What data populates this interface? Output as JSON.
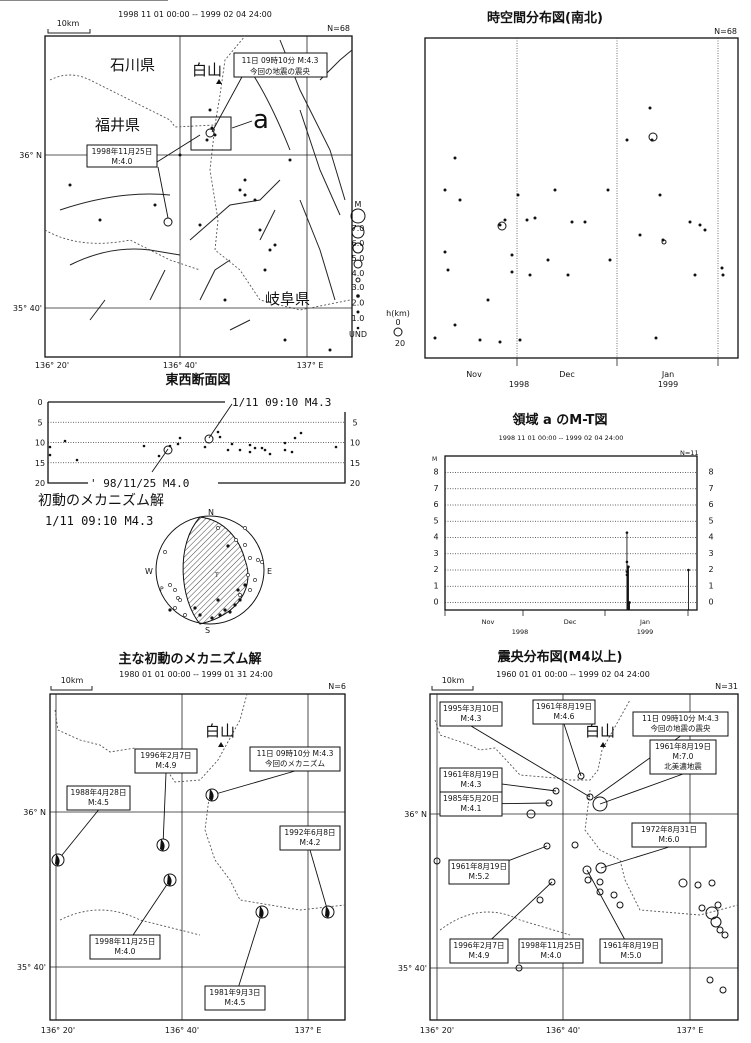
{
  "map1": {
    "period": "1998 11 01 00:00 -- 1999 02 04 24:00",
    "scale": "10km",
    "count": "N=68",
    "places": {
      "ishikawa": "石川県",
      "fukui": "福井県",
      "gifu": "岐阜県",
      "hakusan": "白山"
    },
    "region_label": "a",
    "callouts": [
      {
        "line1": "11日 09時10分 M:4.3",
        "line2": "今回の地震の震央"
      },
      {
        "line1": "1998年11月25日",
        "line2": "M:4.0"
      }
    ],
    "lat_labels": [
      "36° N",
      "35° 40'"
    ],
    "lon_labels": [
      "136° 20'",
      "136° 40'",
      "137° E"
    ],
    "legend": {
      "m_title": "M",
      "m_values": [
        "7.0",
        "6.0",
        "5.0",
        "4.0",
        "3.0",
        "2.0",
        "1.0",
        "UND"
      ],
      "h_title": "h(km)",
      "h_values": [
        "0",
        "20"
      ]
    }
  },
  "cross_section": {
    "title": "東西断面図",
    "depth_ticks": [
      "0",
      "5",
      "10",
      "15",
      "20"
    ],
    "annotation_main": "1/11 09:10 M4.3",
    "annotation_prev": "' 98/11/25 M4.0"
  },
  "mechanism": {
    "title": "初動のメカニズム解",
    "event": "1/11 09:10 M4.3",
    "dirs": {
      "n": "N",
      "e": "E",
      "s": "S",
      "w": "W",
      "p": "P",
      "t": "T"
    }
  },
  "spacetime": {
    "title": "時空間分布図(南北)",
    "count": "N=68",
    "months": [
      "Nov",
      "Dec",
      "Jan"
    ],
    "years": [
      "1998",
      "1999"
    ]
  },
  "mt": {
    "title": "領域 a のM-T図",
    "period": "1998 11 01 00:00 -- 1999 02 04 24:00",
    "count": "N=11"
  },
  "chart_data": {
    "type": "bar",
    "title": "領域 a のM-T図",
    "ylabel": "M",
    "ylim": [
      -0.5,
      8.5
    ],
    "yticks": [
      "0",
      "1",
      "2",
      "3",
      "4",
      "5",
      "6",
      "7",
      "8"
    ],
    "xlabels": [
      "Nov",
      "Dec",
      "Jan"
    ],
    "xyears": [
      "1998",
      "1999"
    ],
    "xrange_days": [
      0,
      96
    ],
    "events": [
      {
        "day": 71,
        "m": 4.3
      },
      {
        "day": 71,
        "m": 2.5
      },
      {
        "day": 71,
        "m": 1.9
      },
      {
        "day": 71,
        "m": 1.7
      },
      {
        "day": 71.4,
        "m": 2.2
      },
      {
        "day": 71.6,
        "m": 2.2
      },
      {
        "day": 71.8,
        "m": 0.0
      },
      {
        "day": 72,
        "m": 0.0
      },
      {
        "day": 95,
        "m": 2.0
      }
    ]
  },
  "mech_map": {
    "title": "主な初動のメカニズム解",
    "period": "1980 01 01 00:00 -- 1999 01 31 24:00",
    "scale": "10km",
    "count": "N=6",
    "hakusan": "白山",
    "callouts": [
      {
        "line1": "1988年4月28日",
        "line2": "M:4.5"
      },
      {
        "line1": "1996年2月7日",
        "line2": "M:4.9"
      },
      {
        "line1": "11日 09時10分 M:4.3",
        "line2": "今回のメカニズム"
      },
      {
        "line1": "1992年6月8日",
        "line2": "M:4.2"
      },
      {
        "line1": "1998年11月25日",
        "line2": "M:4.0"
      },
      {
        "line1": "1981年9月3日",
        "line2": "M:4.5"
      }
    ],
    "lat_labels": [
      "36° N",
      "35° 40'"
    ],
    "lon_labels": [
      "136° 20'",
      "136° 40'",
      "137° E"
    ]
  },
  "epi_map": {
    "title": "震央分布図(M4以上)",
    "period": "1960 01 01 00:00 -- 1999 02 04 24:00",
    "scale": "10km",
    "count": "N=31",
    "hakusan": "白山",
    "callouts": [
      {
        "line1": "1995年3月10日",
        "line2": "M:4.3"
      },
      {
        "line1": "1961年8月19日",
        "line2": "M:4.6"
      },
      {
        "line1": "11日 09時10分 M:4.3",
        "line2": "今回の地震の震央"
      },
      {
        "line1": "1961年8月19日",
        "line2": "M:7.0",
        "line3": "北美濃地震"
      },
      {
        "line1": "1961年8月19日",
        "line2": "M:4.3"
      },
      {
        "line1": "1985年5月20日",
        "line2": "M:4.1"
      },
      {
        "line1": "1972年8月31日",
        "line2": "M:6.0"
      },
      {
        "line1": "1961年8月19日",
        "line2": "M:5.2"
      },
      {
        "line1": "1996年2月7日",
        "line2": "M:4.9"
      },
      {
        "line1": "1998年11月25日",
        "line2": "M:4.0"
      },
      {
        "line1": "1961年8月19日",
        "line2": "M:5.0"
      }
    ],
    "lat_labels": [
      "36° N",
      "35° 40'"
    ],
    "lon_labels": [
      "136° 20'",
      "136° 40'",
      "137° E"
    ]
  }
}
